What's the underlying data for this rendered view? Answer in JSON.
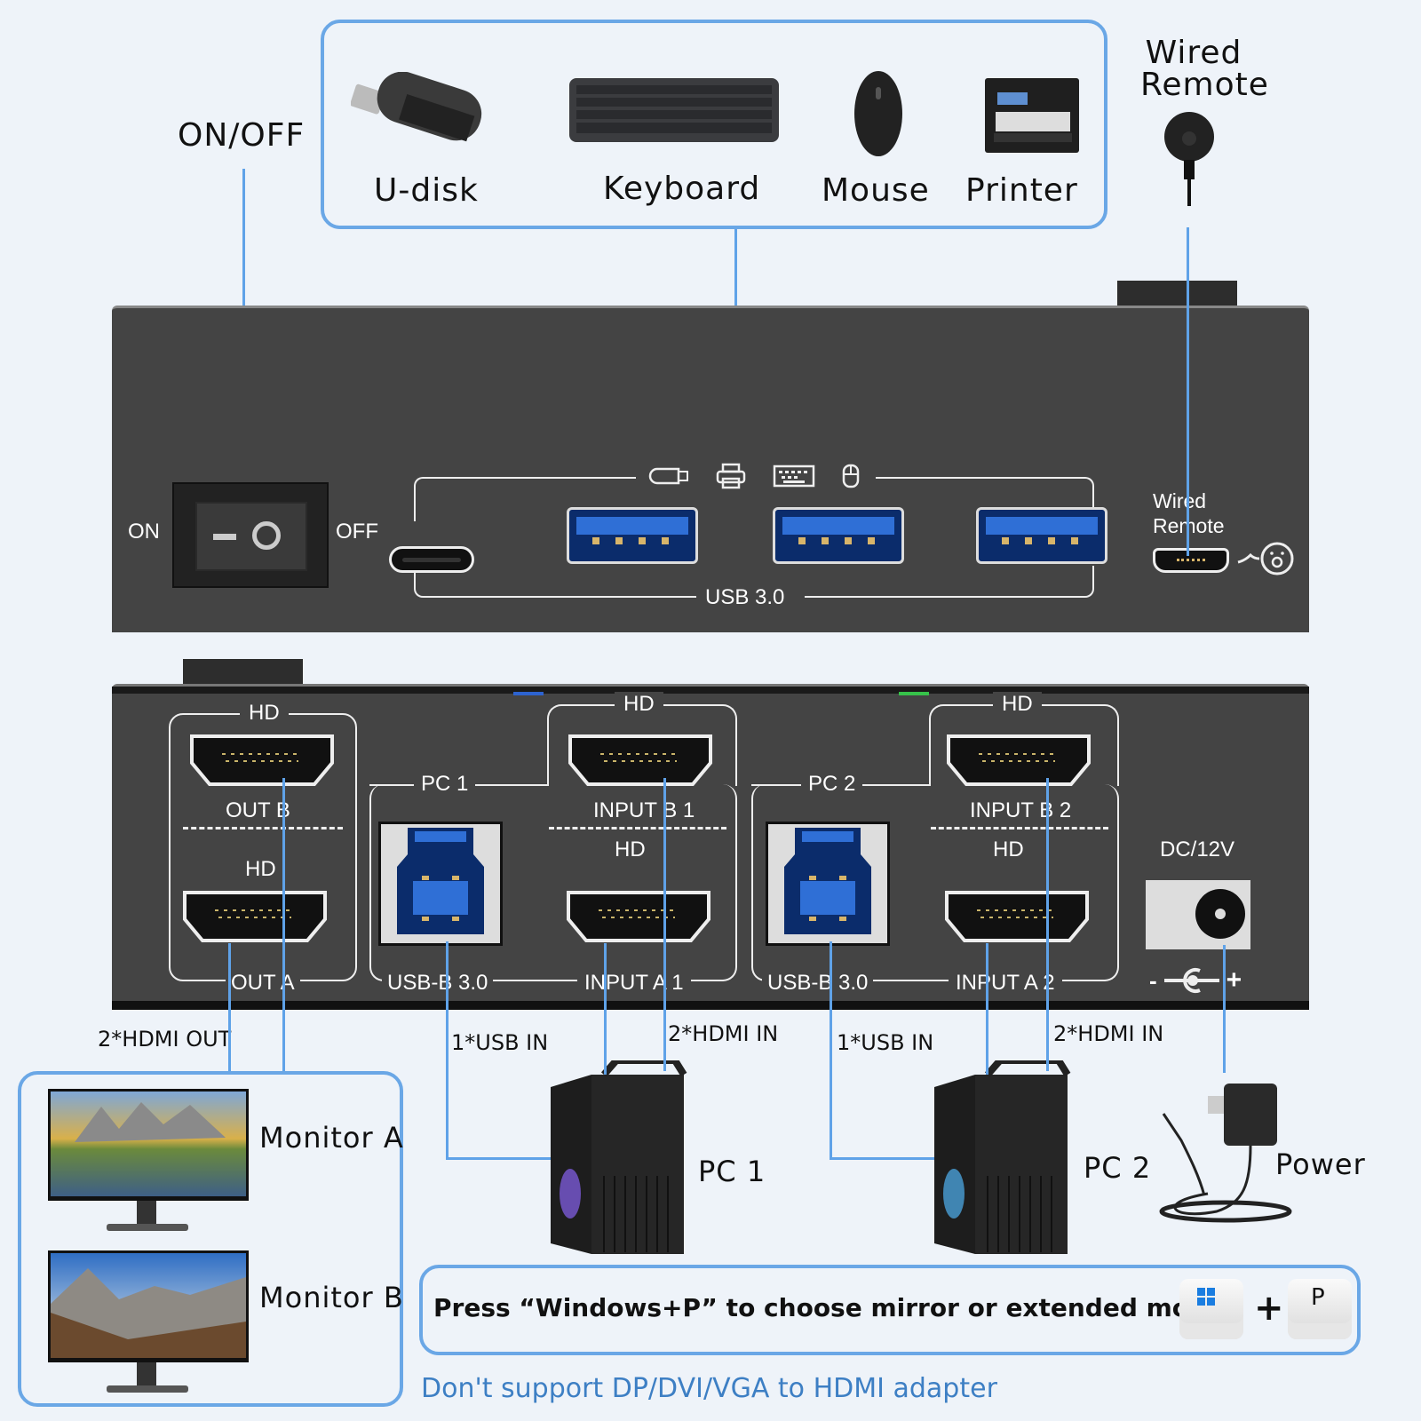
{
  "top": {
    "on_off_label": "ON/OFF",
    "devices": [
      {
        "name": "U-disk",
        "icon": "usb-drive-icon"
      },
      {
        "name": "Keyboard",
        "icon": "keyboard-icon"
      },
      {
        "name": "Mouse",
        "icon": "mouse-icon"
      },
      {
        "name": "Printer",
        "icon": "printer-icon"
      }
    ],
    "wired_remote_label_line1": "Wired",
    "wired_remote_label_line2": "Remote"
  },
  "front_panel": {
    "switch_on": "ON",
    "switch_off": "OFF",
    "usb_label": "USB 3.0",
    "port_icons": [
      "usb-drive-icon",
      "printer-icon",
      "keyboard-icon",
      "mouse-icon"
    ],
    "wired_remote_line1": "Wired",
    "wired_remote_line2": "Remote"
  },
  "rear_panel": {
    "hd": "HD",
    "out_b": "OUT B",
    "out_a": "OUT A",
    "pc1": "PC 1",
    "pc2": "PC 2",
    "usbb_label": "USB-B 3.0",
    "input_b1": "INPUT B 1",
    "input_a1": "INPUT A 1",
    "input_b2": "INPUT B 2",
    "input_a2": "INPUT A 2",
    "dc_label": "DC/12V",
    "polarity_minus": "-",
    "polarity_plus": "+"
  },
  "connections": {
    "hdmi_out": "2*HDMI OUT",
    "usb_in_1": "1*USB IN",
    "hdmi_in_1": "2*HDMI IN",
    "usb_in_2": "1*USB IN",
    "hdmi_in_2": "2*HDMI IN"
  },
  "bottom": {
    "monitor_a": "Monitor A",
    "monitor_b": "Monitor B",
    "pc1": "PC 1",
    "pc2": "PC 2",
    "power": "Power",
    "instruction": "Press “Windows+P” to choose mirror or extended mode",
    "plus": "+",
    "key_p": "P",
    "note": "Don't support DP/DVI/VGA to HDMI adapter"
  },
  "colors": {
    "accent_blue": "#6aa7e6",
    "note_blue": "#3d7fc4",
    "panel": "#444444"
  }
}
